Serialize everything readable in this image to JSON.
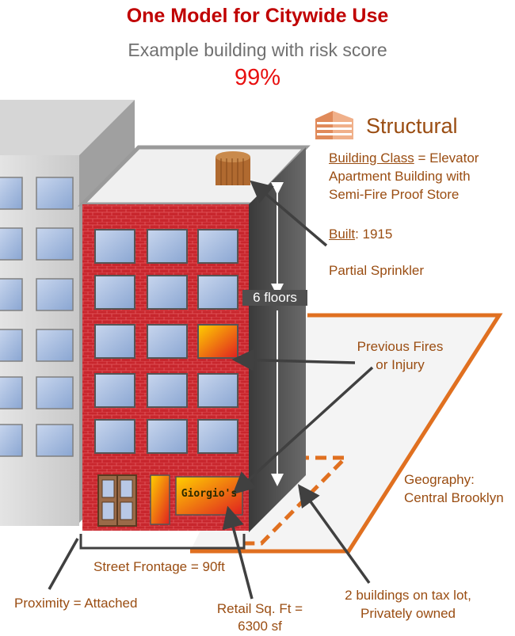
{
  "header": {
    "title": "One Model for Citywide Use",
    "subtitle": "Example building with risk score",
    "score": "99%"
  },
  "structural": {
    "heading": "Structural",
    "building_class_label": "Building Class",
    "building_class_value_1": " = Elevator",
    "building_class_value_2": "Apartment Building with",
    "building_class_value_3": "Semi-Fire Proof Store",
    "built_label": "Built",
    "built_value": ": 1915",
    "sprinkler": "Partial Sprinkler"
  },
  "labels": {
    "floors": "6 floors",
    "fires_1": "Previous Fires",
    "fires_2": "or Injury",
    "geography_1": "Geography:",
    "geography_2": "Central Brooklyn",
    "frontage": "Street Frontage = 90ft",
    "proximity": "Proximity = Attached",
    "retail_1": "Retail Sq. Ft =",
    "retail_2": "6300 sf",
    "lot_1": "2 buildings on tax lot,",
    "lot_2": "Privately owned",
    "store_sign": "Giorgio's"
  },
  "colors": {
    "title": "#c00000",
    "score": "#e81010",
    "annotation": "#9a4d12",
    "lot_outline": "#e07020",
    "brick": "#c0202a",
    "window": "#a8bfe0"
  },
  "icons": [
    "building-icon"
  ]
}
